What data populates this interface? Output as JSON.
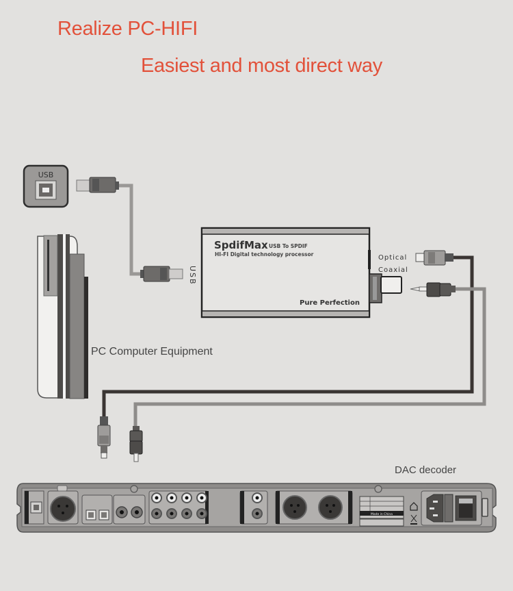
{
  "headline": {
    "line1": "Realize PC-HIFI",
    "line2": "Easiest and most direct way"
  },
  "pc": {
    "usb_port_label": "USB",
    "caption": "PC Computer Equipment"
  },
  "converter": {
    "brand": "SpdifMax",
    "subtitle": "USB To SPDIF",
    "tagline": "HI-FI Digital technology processor",
    "slogan": "Pure Perfection",
    "input_label": "USB",
    "output_optical_label": "Optical",
    "output_coaxial_label": "Coaxial"
  },
  "dac": {
    "caption": "DAC decoder",
    "made_in": "Made in China"
  },
  "colors": {
    "headline": "#e2513a",
    "background": "#e2e1df",
    "optical_cable": "#3a3533",
    "coaxial_cable": "#8e8c8a",
    "usb_cable": "#9a9896"
  }
}
